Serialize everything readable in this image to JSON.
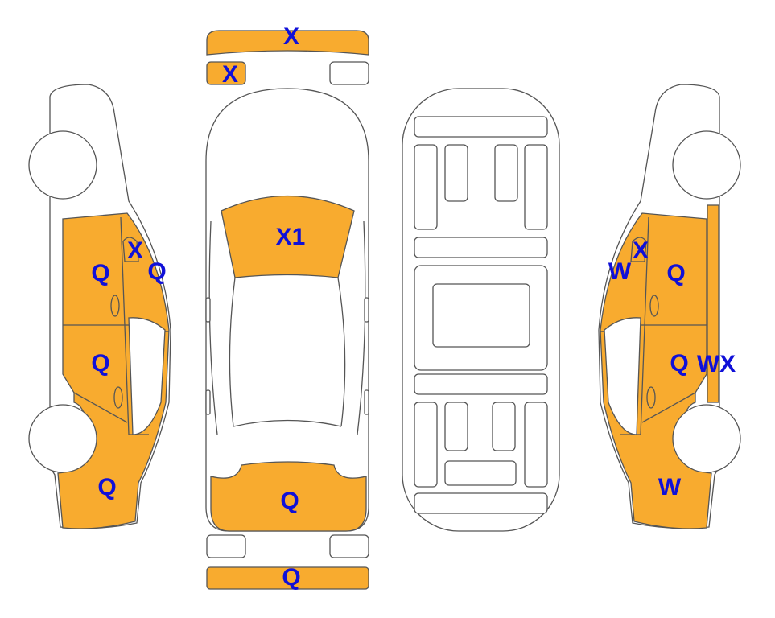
{
  "colors": {
    "damaged": "#F8AB2F",
    "label": "#1010d8",
    "outline": "#555555"
  },
  "labels": {
    "roof_bar": "X",
    "front_left_box": "X",
    "windshield": "X1",
    "rear_window": "Q",
    "rear_bumper": "Q",
    "left_front_door": "Q",
    "left_mirror": "X",
    "left_a_pillar": "Q",
    "left_rear_door": "Q",
    "left_rear_quarter": "Q",
    "right_a_pillar": "W",
    "right_mirror": "X",
    "right_front_door": "Q",
    "right_rear_door": "Q",
    "right_c_pillar": "WX",
    "right_rear_quarter": "W"
  }
}
